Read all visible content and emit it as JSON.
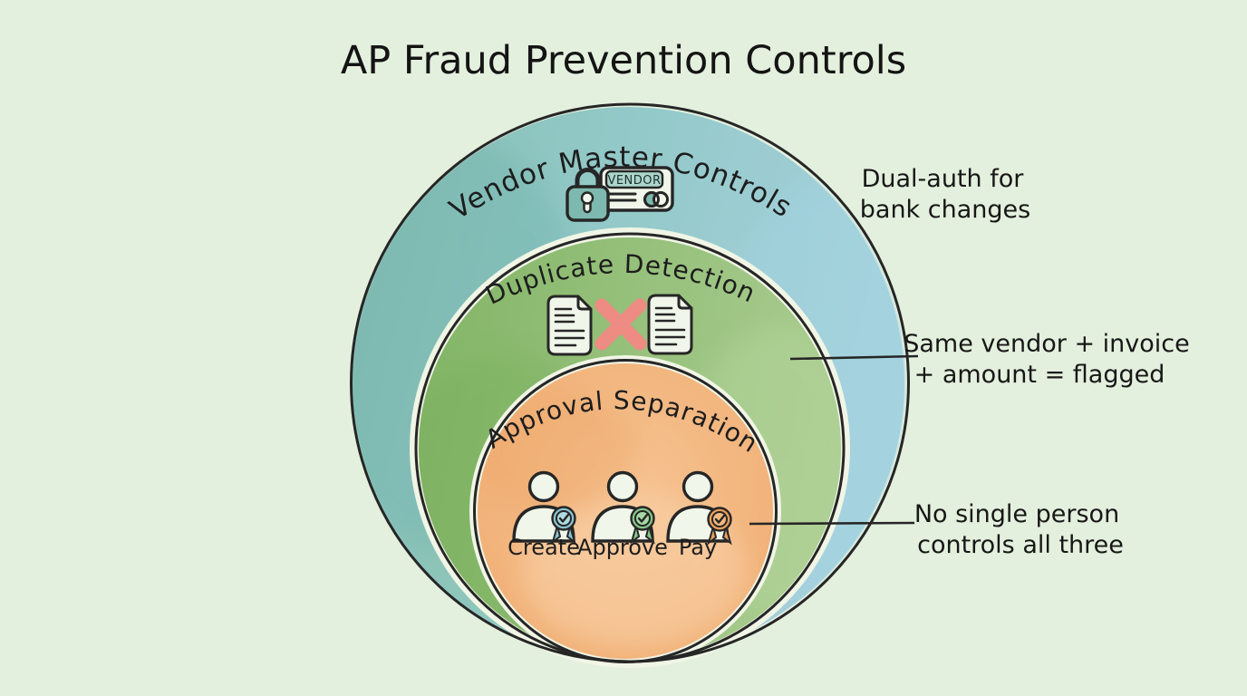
{
  "title": "AP Fraud Prevention Controls",
  "rings": [
    {
      "label": "Vendor Master Controls",
      "fill": "#8fc5c0"
    },
    {
      "label": "Duplicate Detection",
      "fill": "#97c17c"
    },
    {
      "label": "Approval Separation",
      "fill": "#f3b77f"
    }
  ],
  "vendor_card": {
    "label": "VENDOR"
  },
  "roles": [
    {
      "label": "Create",
      "badge": "#8ac2cf",
      "badge_inner": "#aedae0"
    },
    {
      "label": "Approve",
      "badge": "#85c687",
      "badge_inner": "#a5d8a4"
    },
    {
      "label": "Pay",
      "badge": "#ec9f5b",
      "badge_inner": "#f2b87f"
    }
  ],
  "x_mark_color": "#ee8b82",
  "annotations": [
    {
      "lines": [
        "Dual-auth for",
        "bank changes"
      ]
    },
    {
      "lines": [
        "Same vendor + invoice",
        "+ amount = flagged"
      ]
    },
    {
      "lines": [
        "No single person",
        "controls all three"
      ]
    }
  ],
  "colors": {
    "background": "#e4f0de",
    "outline": "#262626",
    "teal_left": "#86bfb2",
    "teal_mid": "#93c9c9",
    "teal_right": "#a6d0dc",
    "green_left": "#82b566",
    "green_mid": "#97c17c",
    "green_right": "#a8cb8e",
    "orange_center": "#f6c392",
    "orange_edge": "#efaa6d",
    "paper_gap": "#f0f5e6",
    "icon_fill": "#f1f6ea",
    "lock_body": "#7db9ae",
    "vendor_chip": "#abd6cb"
  }
}
